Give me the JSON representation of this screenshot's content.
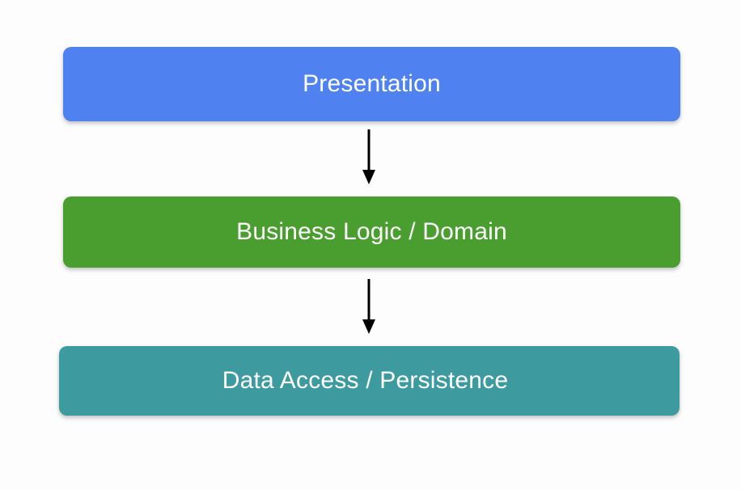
{
  "diagram": {
    "type": "layered-architecture-flow",
    "background_color": "#fdfdfd",
    "arrow_color": "#000000",
    "layers": [
      {
        "id": "presentation",
        "label": "Presentation",
        "color": "#4f81f0",
        "text_color": "#ffffff",
        "order": 1
      },
      {
        "id": "business-logic",
        "label": "Business Logic / Domain",
        "color": "#4a9e2f",
        "text_color": "#ffffff",
        "order": 2
      },
      {
        "id": "data-access",
        "label": "Data Access / Persistence",
        "color": "#3d9ba0",
        "text_color": "#ffffff",
        "order": 3
      }
    ],
    "connectors": [
      {
        "id": "presentation-to-business-logic",
        "from": "presentation",
        "to": "business-logic",
        "direction": "down",
        "label": ""
      },
      {
        "id": "business-logic-to-data-access",
        "from": "business-logic",
        "to": "data-access",
        "direction": "down",
        "label": ""
      }
    ]
  }
}
